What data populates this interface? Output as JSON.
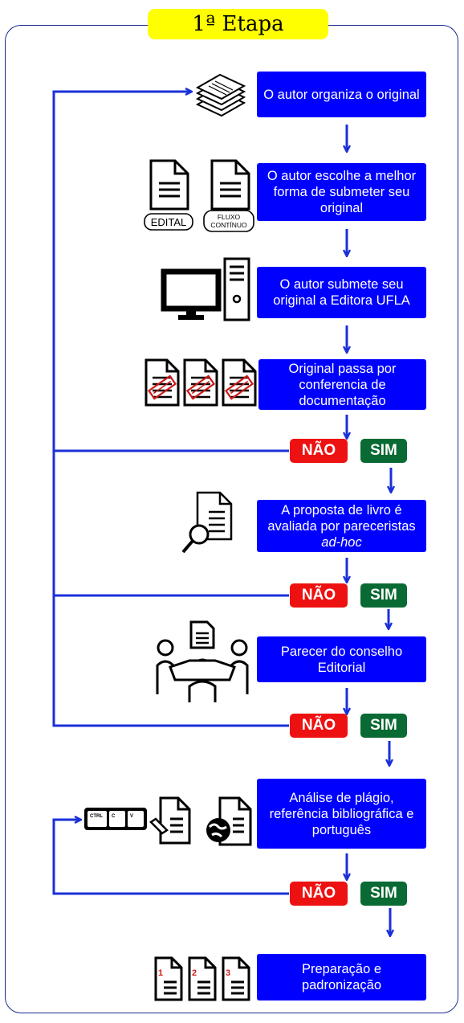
{
  "header": {
    "title": "1ª Etapa"
  },
  "colors": {
    "step_fill": "#0000ff",
    "connector": "#1a30d8",
    "no": "#ee1111",
    "yes": "#0a6a34",
    "header_fill": "#ffff00"
  },
  "steps": [
    {
      "text": "O autor organiza o original"
    },
    {
      "text": "O autor escolhe a melhor forma de submeter seu original"
    },
    {
      "text": "O autor submete seu original a Editora UFLA"
    },
    {
      "text": "Original passa por conferencia de documentação"
    },
    {
      "text": "A  proposta de livro é avaliada por pareceristas",
      "italic": "ad-hoc"
    },
    {
      "text": "Parecer do conselho Editorial"
    },
    {
      "text": "Análise de plágio, referência bibliográfica e português"
    },
    {
      "text": "Preparação e padronização"
    }
  ],
  "decisions": [
    {
      "no": "NÃO",
      "yes": "SIM"
    },
    {
      "no": "NÃO",
      "yes": "SIM"
    },
    {
      "no": "NÃO",
      "yes": "SIM"
    },
    {
      "no": "NÃO",
      "yes": "SIM"
    }
  ],
  "icon_labels": {
    "edital": "EDITAL",
    "fluxo_line1": "FLUXO",
    "fluxo_line2": "CONTÍNUO",
    "key_ctrl": "CTRL",
    "key_c": "C",
    "key_v": "V",
    "num1": "1",
    "num2": "2",
    "num3": "3"
  },
  "icons": [
    "paper-stack-icon",
    "document-icon",
    "computer-icon",
    "stamped-document-icon",
    "magnifier-document-icon",
    "meeting-icon",
    "keyboard-keys-icon",
    "signed-document-icon",
    "globe-document-icon",
    "numbered-documents-icon"
  ]
}
